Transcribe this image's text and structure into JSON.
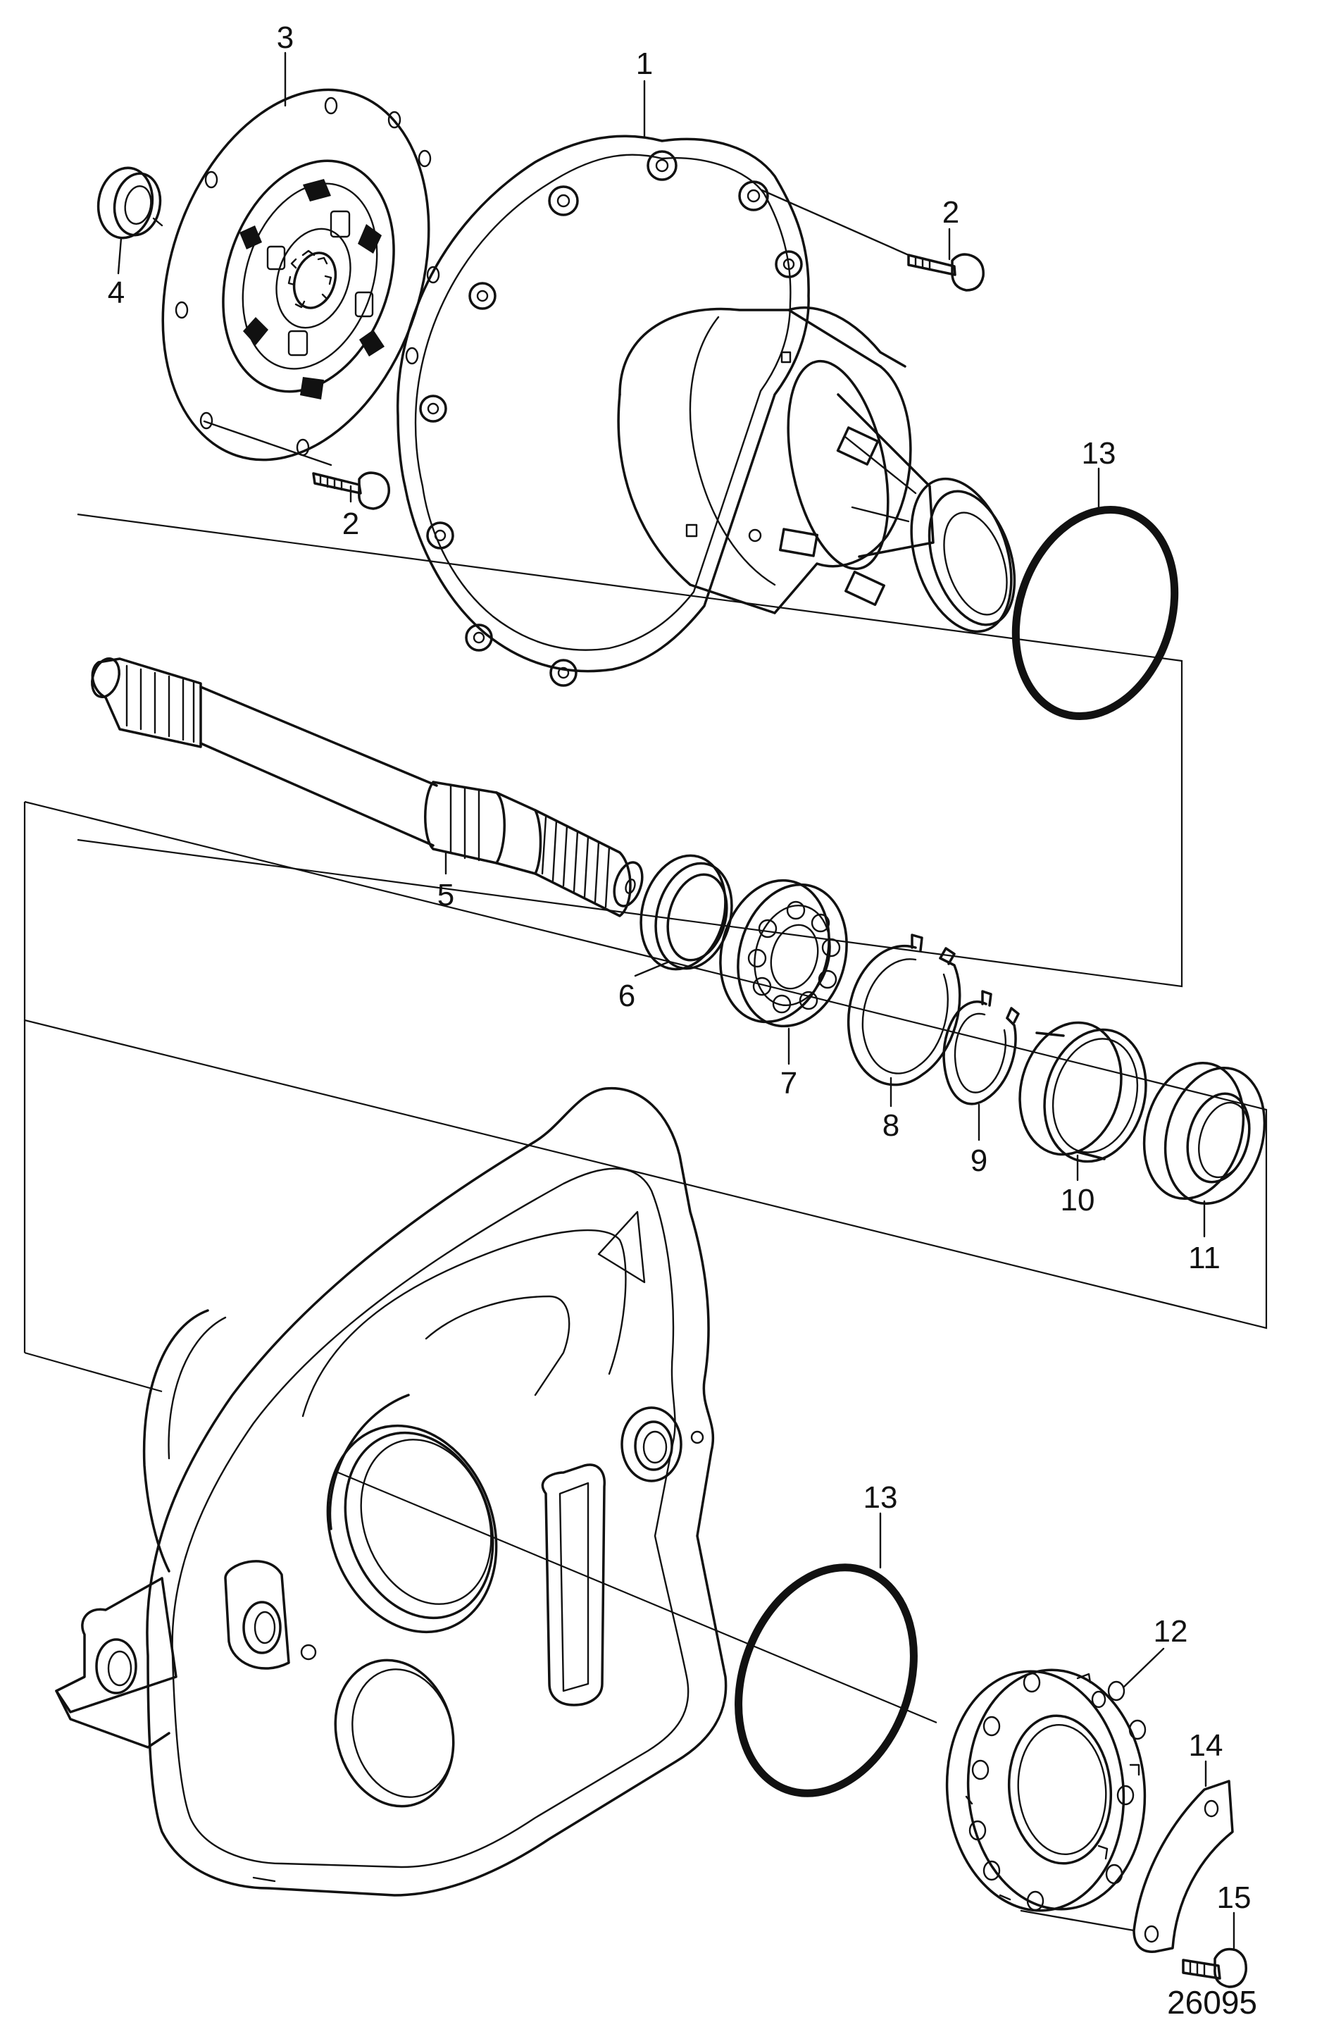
{
  "callouts": [
    {
      "label": "1"
    },
    {
      "label": "2"
    },
    {
      "label": "2"
    },
    {
      "label": "3"
    },
    {
      "label": "4"
    },
    {
      "label": "5"
    },
    {
      "label": "6"
    },
    {
      "label": "7"
    },
    {
      "label": "8"
    },
    {
      "label": "9"
    },
    {
      "label": "10"
    },
    {
      "label": "11"
    },
    {
      "label": "12"
    },
    {
      "label": "13"
    },
    {
      "label": "13"
    },
    {
      "label": "14"
    },
    {
      "label": "15"
    }
  ],
  "figure_number": "26095"
}
